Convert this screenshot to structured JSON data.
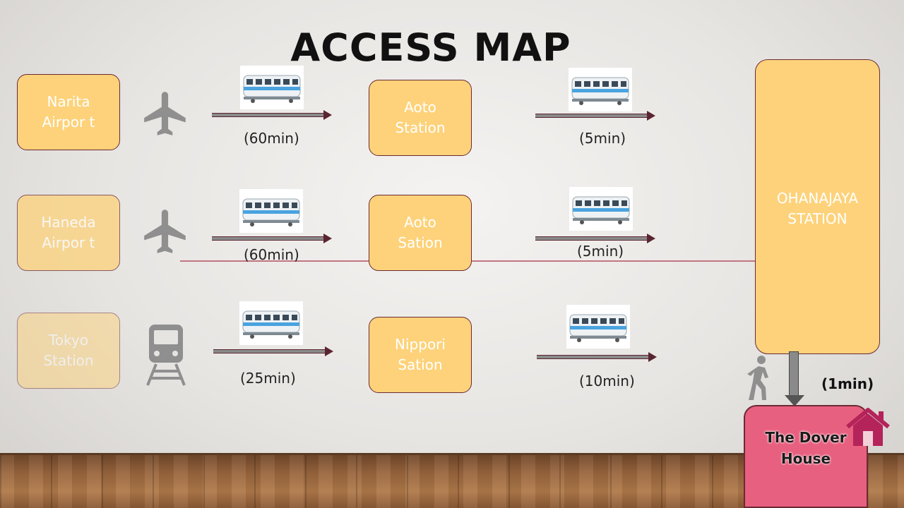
{
  "title": "ACCESS MAP",
  "colors": {
    "box_fill": "#fdd27a",
    "box_border": "#6b2a33",
    "destination_fill": "#e8607f",
    "icon_gray": "#8f8f8f",
    "house_icon": "#b4235a",
    "line": "#c27583"
  },
  "origins": [
    {
      "label": "Narita\nAirpor t",
      "icon": "airplane-icon",
      "opacity": 1.0
    },
    {
      "label": "Haneda\nAirpor t",
      "icon": "airplane-icon",
      "opacity": 0.75
    },
    {
      "label": "Tokyo\nStation",
      "icon": "train-front-icon",
      "opacity": 0.5
    }
  ],
  "first_legs": [
    {
      "time": "(60min)",
      "icon": "train-icon"
    },
    {
      "time": "(60min)",
      "icon": "train-icon"
    },
    {
      "time": "(25min)",
      "icon": "train-icon"
    }
  ],
  "transfers": [
    {
      "label": "Aoto\nStation"
    },
    {
      "label": "Aoto\nSation"
    },
    {
      "label": "Nippori\nSation"
    }
  ],
  "second_legs": [
    {
      "time": "(5min)",
      "icon": "train-icon"
    },
    {
      "time": "(5min)",
      "icon": "train-icon"
    },
    {
      "time": "(10min)",
      "icon": "train-icon"
    }
  ],
  "terminal": {
    "label": "OHANAJAYA\nSTATION"
  },
  "walk": {
    "time": "(1min)",
    "icon": "walking-person-icon"
  },
  "destination": {
    "label": "The Dover\nHouse",
    "icon": "house-icon"
  }
}
